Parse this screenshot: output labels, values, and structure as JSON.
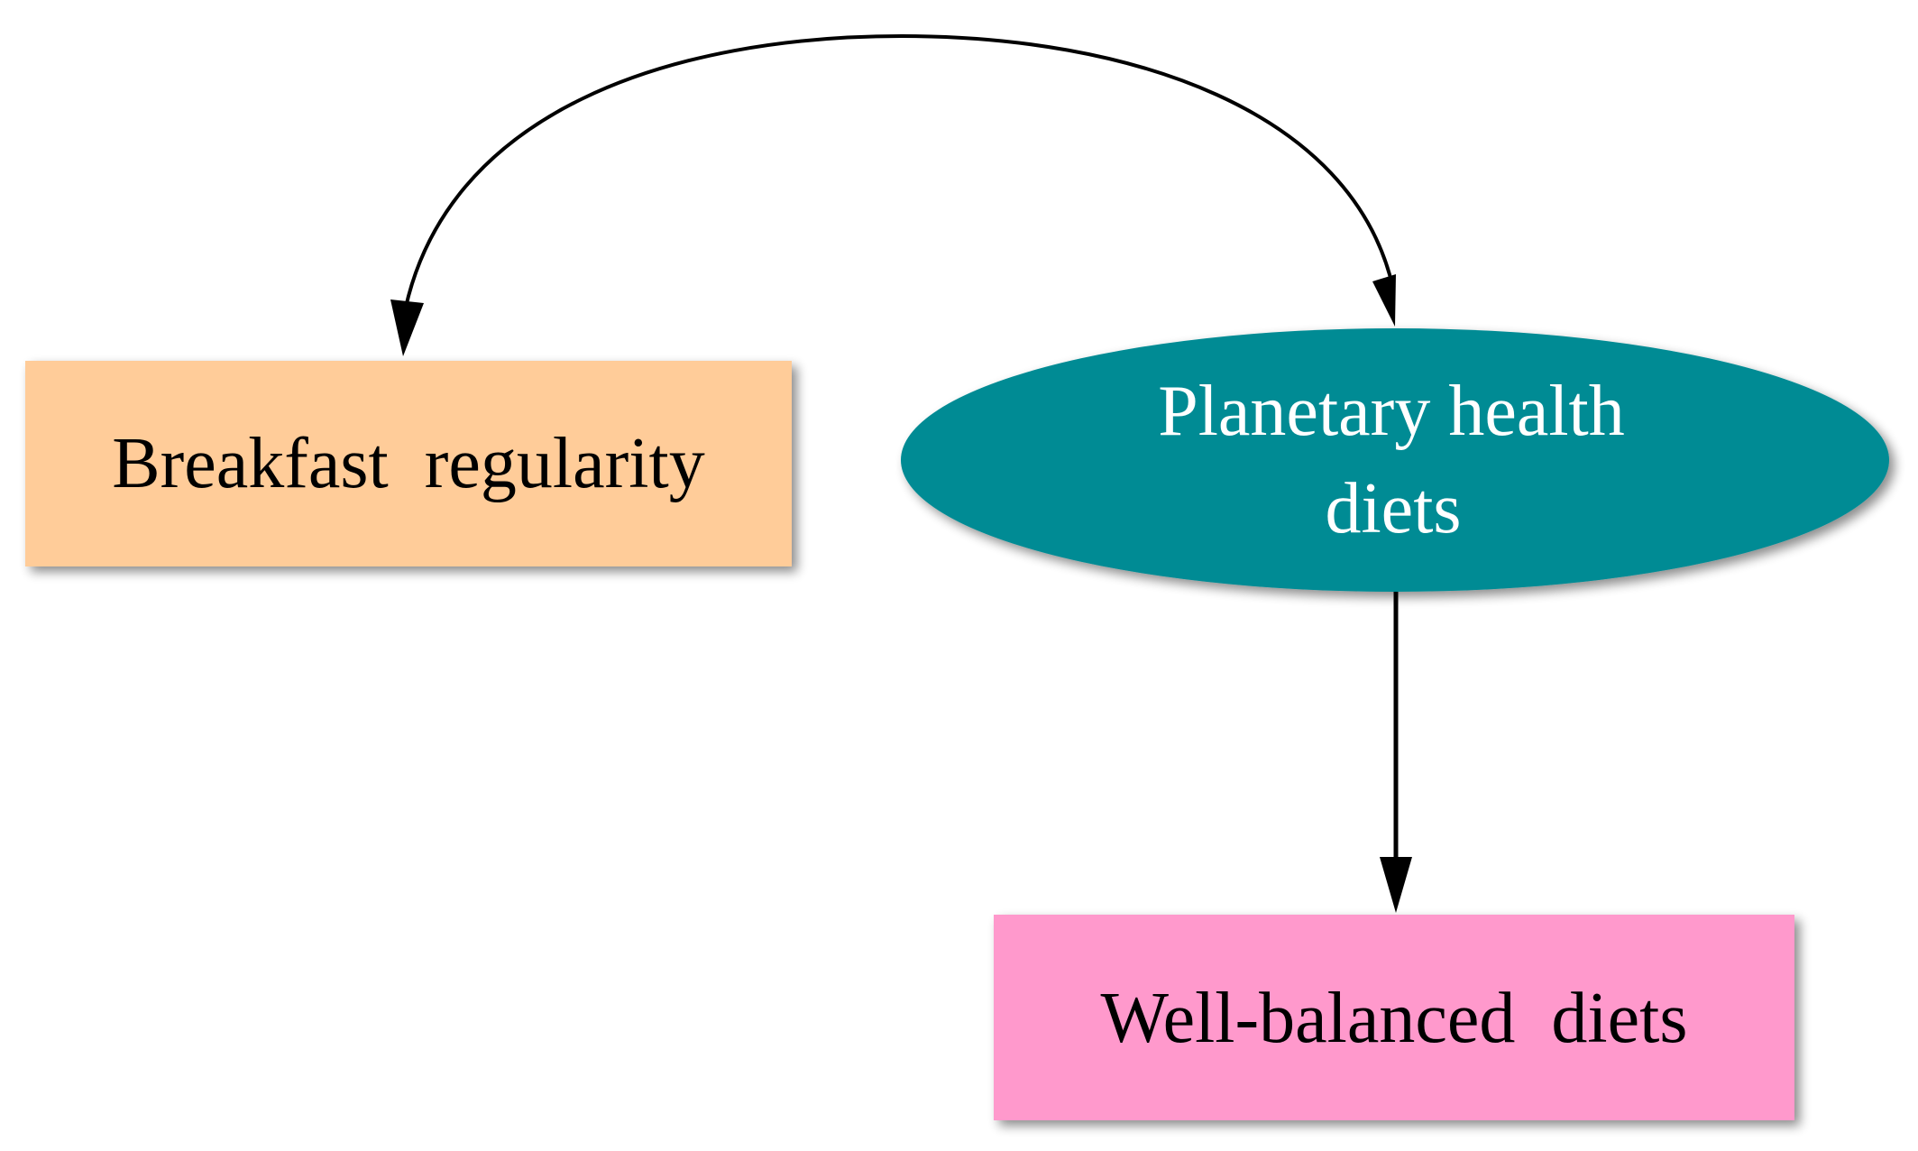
{
  "nodes": {
    "breakfast": {
      "label": "Breakfast  regularity",
      "fill": "#FFCC99"
    },
    "planetary": {
      "line1": "Planetary health",
      "line2": "diets",
      "fill": "#008B94",
      "text_color": "#FFFFFF"
    },
    "wellbalanced": {
      "label": "Well-balanced  diets",
      "fill": "#FF99CC"
    }
  },
  "edges": [
    {
      "from": "breakfast",
      "to": "planetary",
      "style": "curved-bidirectional"
    },
    {
      "from": "planetary",
      "to": "wellbalanced",
      "style": "straight"
    }
  ],
  "colors": {
    "arrow": "#000000",
    "text_dark": "#000000"
  }
}
